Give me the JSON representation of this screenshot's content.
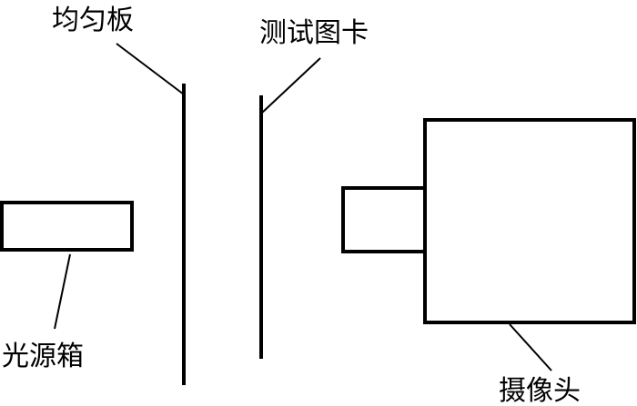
{
  "labels": {
    "diffuser_plate": "均匀板",
    "test_chart": "测试图卡",
    "light_box": "光源箱",
    "camera": "摄像头"
  },
  "colors": {
    "stroke": "#000000",
    "fill": "#ffffff",
    "text": "#000000"
  }
}
